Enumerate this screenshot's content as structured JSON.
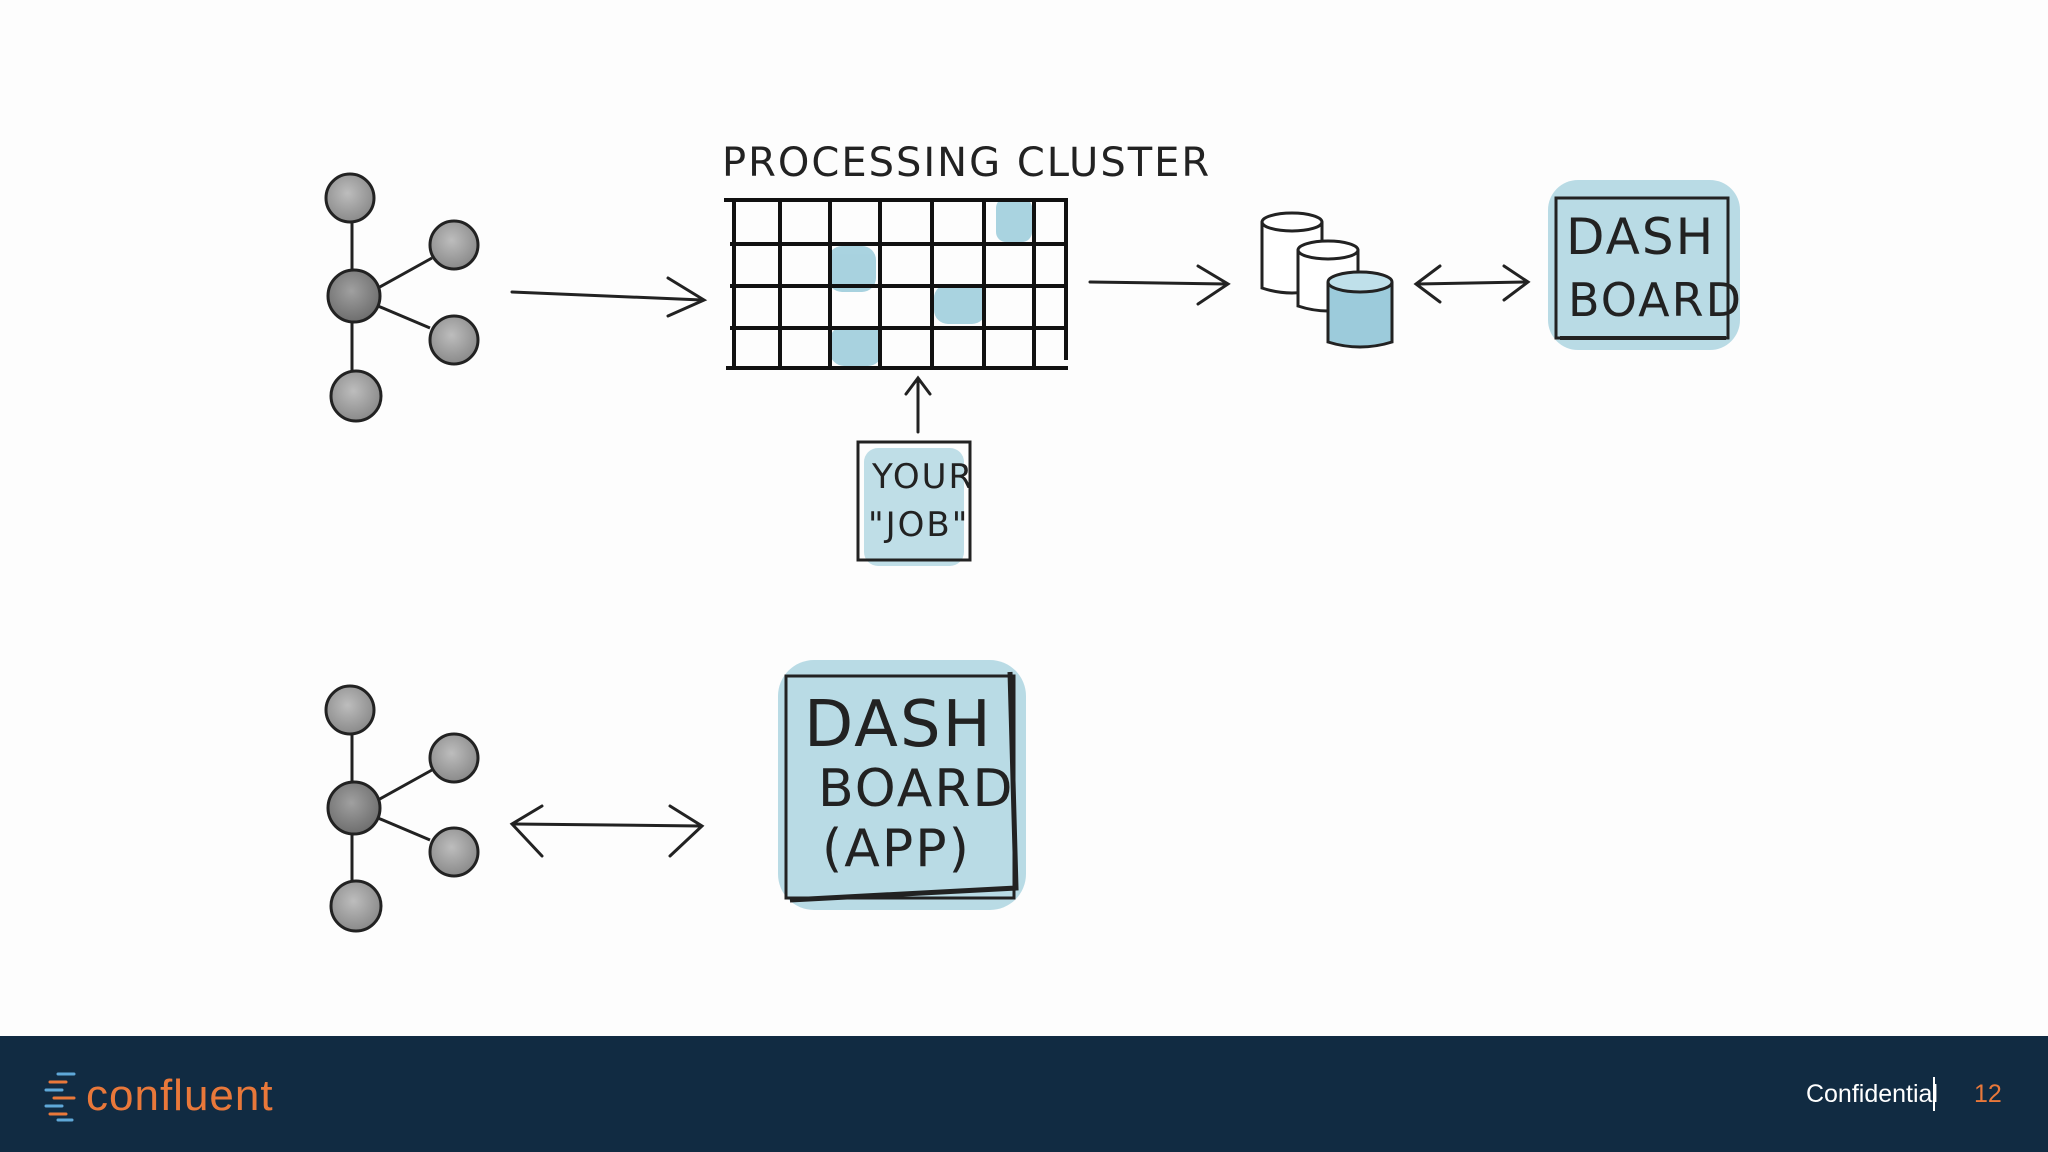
{
  "diagram": {
    "cluster_label": "PROCESSING CLUSTER",
    "job_label_line1": "YOUR",
    "job_label_line2": "\"JOB\"",
    "dashboard_top_line1": "DASH",
    "dashboard_top_line2": "BOARD",
    "dashboard_bottom_line1": "DASH",
    "dashboard_bottom_line2": "BOARD",
    "dashboard_bottom_line3": "(APP)"
  },
  "footer": {
    "brand": "confluent",
    "classification": "Confidential",
    "page_number": "12"
  },
  "colors": {
    "footer_bg": "#112b42",
    "accent_orange": "#e9783a",
    "wash_blue": "#8cc4d6"
  }
}
